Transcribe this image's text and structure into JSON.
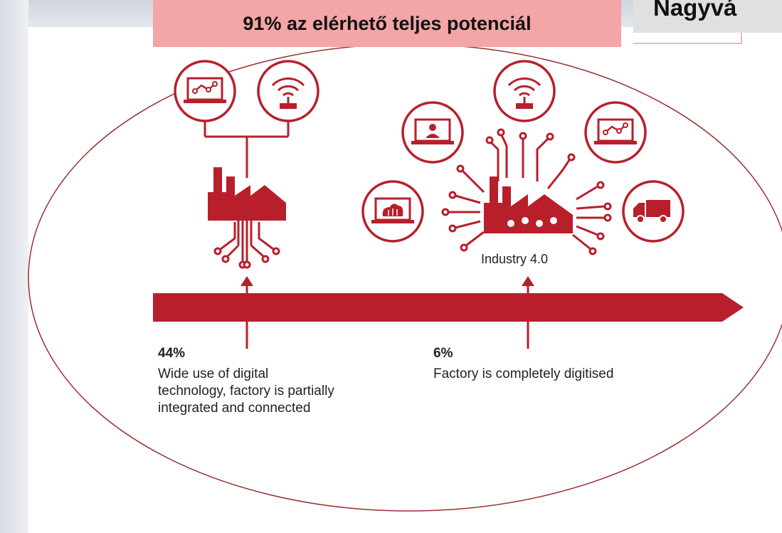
{
  "header": {
    "callout_text": "91% az elérhető teljes potenciál",
    "title_text": "Nagyvá"
  },
  "stages": [
    {
      "percent": "44%",
      "description": "Wide use of digital technology, factory is partially integrated and connected"
    },
    {
      "percent": "6%",
      "description": "Factory is completely digitised",
      "label": "Industry 4.0"
    }
  ],
  "colors": {
    "accent_red": "#b81f2b",
    "callout_pink": "#f4a5a5",
    "ellipse_outline": "#9a3030"
  },
  "icons": {
    "stage1": [
      "laptop-chart-icon",
      "wifi-antenna-icon",
      "factory-icon",
      "circuit-roots-icon"
    ],
    "stage2": [
      "wifi-antenna-icon",
      "laptop-person-icon",
      "laptop-chart-icon",
      "laptop-cloud-icon",
      "truck-icon",
      "factory-icon",
      "circuit-network-icon"
    ]
  }
}
